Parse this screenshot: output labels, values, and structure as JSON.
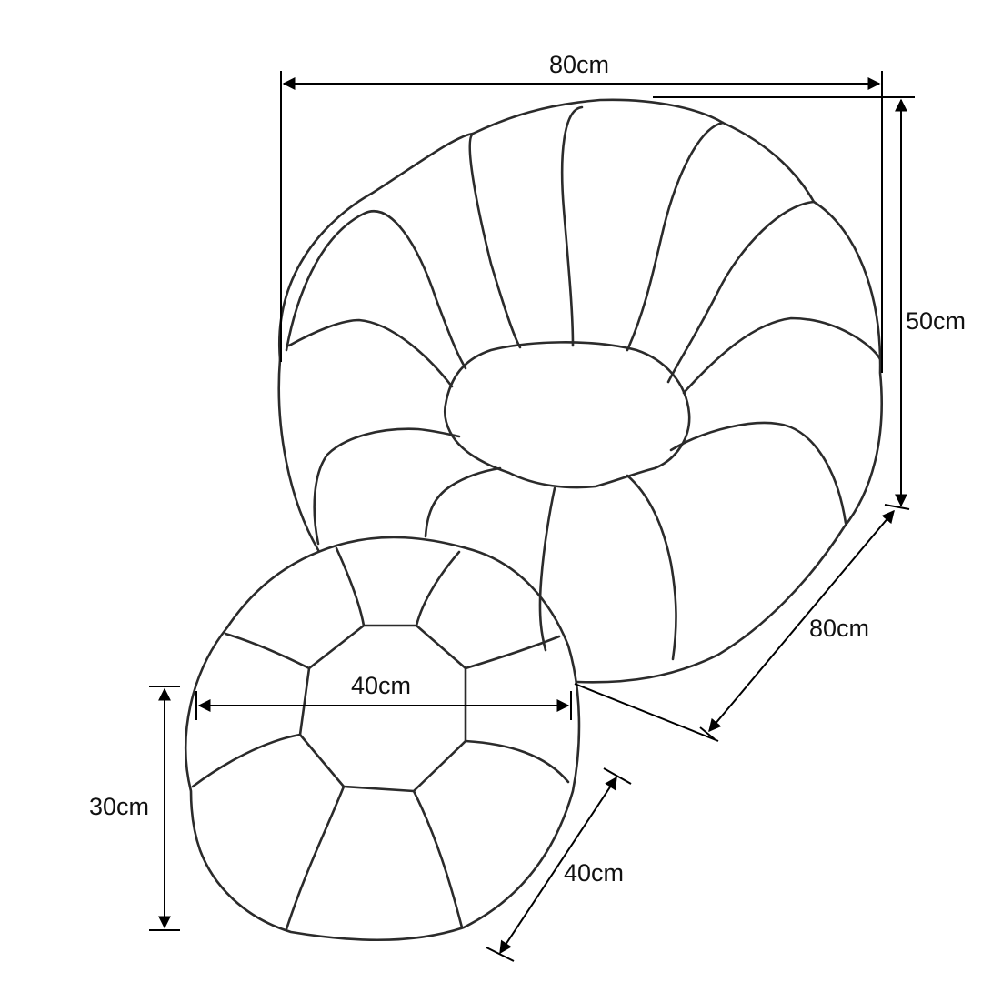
{
  "dimensions": {
    "chair_width": "80cm",
    "chair_height": "50cm",
    "chair_depth": "80cm",
    "pouf_width": "40cm",
    "pouf_height": "30cm",
    "pouf_depth": "40cm"
  },
  "colors": {
    "outline": "#2b2b2b",
    "dimension_line": "#000000",
    "background": "#ffffff"
  }
}
